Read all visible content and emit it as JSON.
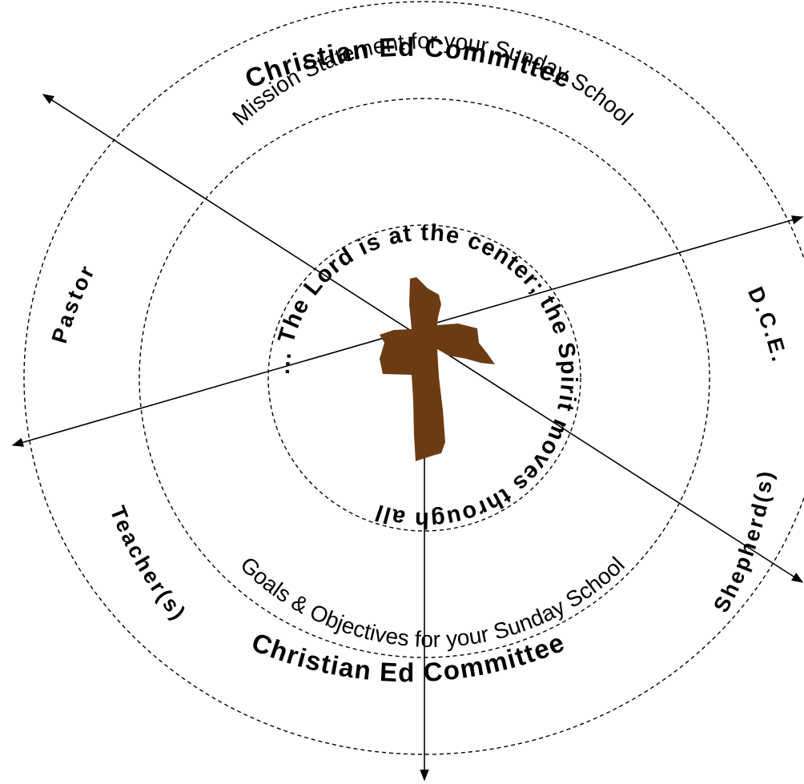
{
  "outer_ring": {
    "top_label": "Christian Ed Committee",
    "bottom_label": "Christian Ed Committee"
  },
  "middle_ring": {
    "top_label": "Mission Statement for your Sunday School",
    "bottom_label": "Goals & Objectives for your Sunday School"
  },
  "inner_ring": {
    "label": "... The Lord is at the center; the Spirit moves through all"
  },
  "roles": {
    "pastor": "Pastor",
    "dce": "D.C.E.",
    "teachers": "Teacher(s)",
    "shepherds": "Shepherd(s)"
  },
  "colors": {
    "cross": "#6b3c14",
    "lines": "#000000"
  },
  "icons": {
    "center": "cross-icon"
  }
}
